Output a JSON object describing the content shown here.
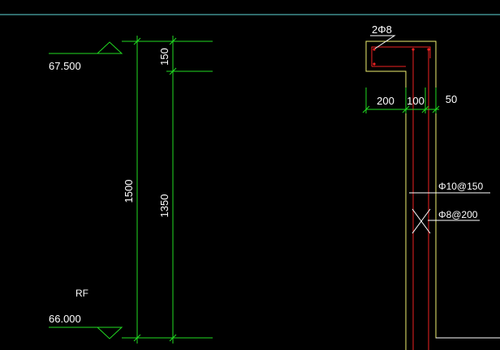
{
  "colors": {
    "background": "#000000",
    "border_line": "#5fd7d7",
    "dimension_line": "#22dd22",
    "concrete_outline": "#f0f070",
    "rebar": "#ee2222",
    "annotation_line": "#ffffff",
    "text": "#ffffff"
  },
  "elevations": {
    "top": "67.500",
    "bottom": "66.000",
    "floor_label": "RF"
  },
  "dimensions": {
    "overall_height": "1500",
    "upper_segment": "150",
    "lower_segment": "1350",
    "width_a": "200",
    "width_b": "100",
    "width_c": "50"
  },
  "rebar_labels": {
    "top_bars": "2Φ8",
    "vertical_bars": "Φ10@150",
    "horizontal_bars": "Φ8@200"
  },
  "icons": {
    "elevation_marker": "triangle-marker-icon",
    "section_cross": "cross-section-icon",
    "rebar_dot": "rebar-dot-icon"
  }
}
